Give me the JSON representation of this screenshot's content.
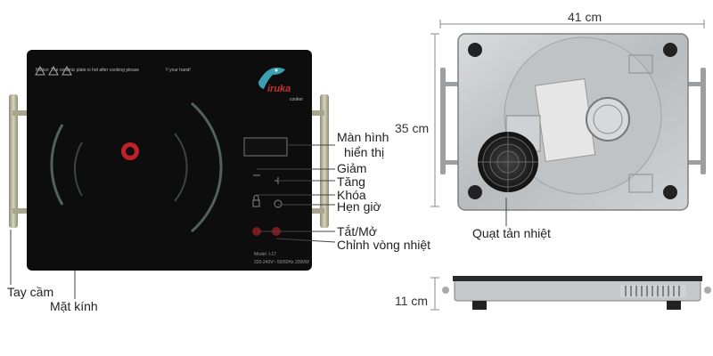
{
  "dimensions": {
    "width": "41 cm",
    "height": "35 cm",
    "depth": "11 cm"
  },
  "front_panel": {
    "brand": "iruka",
    "brand_sub": "cooker",
    "warning_text": "Notice: The ceramic plate is hot after cooking please",
    "warning_text_2": "!! your hand!",
    "model_line_1": "Model: I-17",
    "model_line_2": "220-240V~ 50/60Hz 2000W"
  },
  "callouts": {
    "display_line_1": "Màn hình",
    "display_line_2": "hiển thị",
    "decrease": "Giảm",
    "increase": "Tăng",
    "lock": "Khóa",
    "timer": "Hẹn giờ",
    "power": "Tắt/Mở",
    "heat_ring": "Chỉnh vòng nhiệt",
    "handle": "Tay cầm",
    "glass": "Mặt kính",
    "fan": "Quạt tản nhiệt"
  },
  "colors": {
    "glass": "#0d0d0d",
    "handle": "#b9b59a",
    "steel": "#c9cbcd",
    "steel_dark": "#8e9295",
    "line": "#555555"
  }
}
